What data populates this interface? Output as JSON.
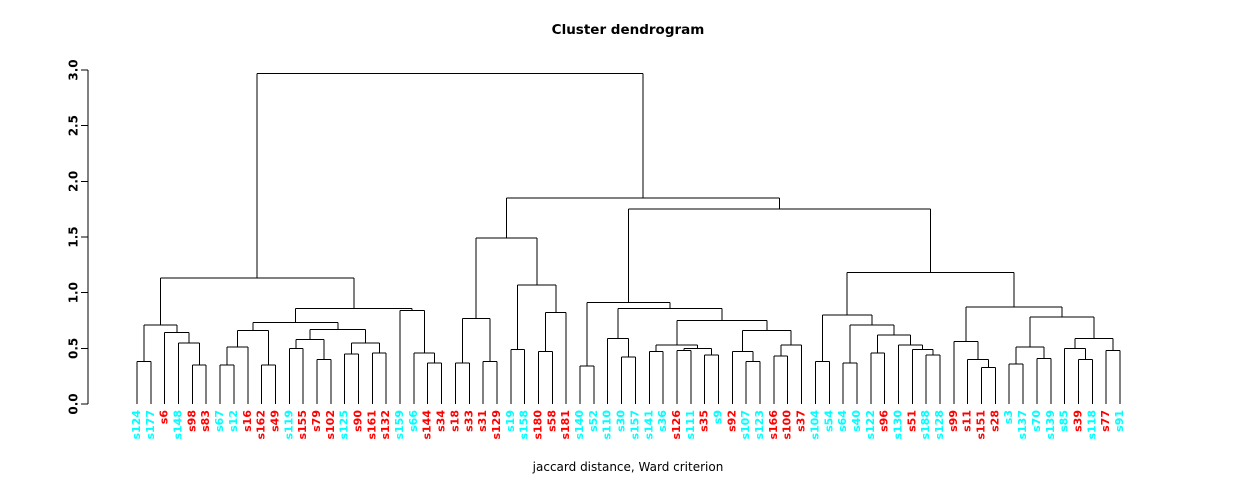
{
  "chart_data": {
    "type": "dendrogram",
    "title": "Cluster dendrogram",
    "xlabel": "jaccard distance, Ward criterion",
    "ylabel": "",
    "ylim": [
      0,
      3.0
    ],
    "y_tick_labels": [
      "0.0",
      "0.5",
      "1.0",
      "1.5",
      "2.0",
      "2.5",
      "3.0"
    ],
    "y_tick_values": [
      0,
      0.5,
      1.0,
      1.5,
      2.0,
      2.5,
      3.0
    ],
    "grid": "off",
    "legend": "none",
    "palette": {
      "cyan": "#00FFFF",
      "red": "#FF0000",
      "line": "#000000",
      "axis": "#000000"
    },
    "root_height": 2.97,
    "leaves": [
      {
        "label": "s124",
        "color": "cyan"
      },
      {
        "label": "s177",
        "color": "cyan"
      },
      {
        "label": "s6",
        "color": "red"
      },
      {
        "label": "s148",
        "color": "cyan"
      },
      {
        "label": "s98",
        "color": "red"
      },
      {
        "label": "s83",
        "color": "red"
      },
      {
        "label": "s67",
        "color": "cyan"
      },
      {
        "label": "s12",
        "color": "cyan"
      },
      {
        "label": "s16",
        "color": "red"
      },
      {
        "label": "s162",
        "color": "red"
      },
      {
        "label": "s49",
        "color": "red"
      },
      {
        "label": "s119",
        "color": "cyan"
      },
      {
        "label": "s155",
        "color": "red"
      },
      {
        "label": "s79",
        "color": "red"
      },
      {
        "label": "s102",
        "color": "red"
      },
      {
        "label": "s125",
        "color": "cyan"
      },
      {
        "label": "s90",
        "color": "red"
      },
      {
        "label": "s161",
        "color": "red"
      },
      {
        "label": "s132",
        "color": "red"
      },
      {
        "label": "s159",
        "color": "cyan"
      },
      {
        "label": "s66",
        "color": "cyan"
      },
      {
        "label": "s144",
        "color": "red"
      },
      {
        "label": "s34",
        "color": "red"
      },
      {
        "label": "s18",
        "color": "red"
      },
      {
        "label": "s33",
        "color": "red"
      },
      {
        "label": "s31",
        "color": "red"
      },
      {
        "label": "s129",
        "color": "red"
      },
      {
        "label": "s19",
        "color": "cyan"
      },
      {
        "label": "s158",
        "color": "cyan"
      },
      {
        "label": "s180",
        "color": "red"
      },
      {
        "label": "s58",
        "color": "red"
      },
      {
        "label": "s181",
        "color": "red"
      },
      {
        "label": "s140",
        "color": "cyan"
      },
      {
        "label": "s52",
        "color": "cyan"
      },
      {
        "label": "s110",
        "color": "cyan"
      },
      {
        "label": "s30",
        "color": "cyan"
      },
      {
        "label": "s157",
        "color": "cyan"
      },
      {
        "label": "s141",
        "color": "cyan"
      },
      {
        "label": "s36",
        "color": "cyan"
      },
      {
        "label": "s126",
        "color": "red"
      },
      {
        "label": "s111",
        "color": "cyan"
      },
      {
        "label": "s35",
        "color": "red"
      },
      {
        "label": "s9",
        "color": "cyan"
      },
      {
        "label": "s92",
        "color": "red"
      },
      {
        "label": "s107",
        "color": "cyan"
      },
      {
        "label": "s123",
        "color": "cyan"
      },
      {
        "label": "s166",
        "color": "red"
      },
      {
        "label": "s100",
        "color": "red"
      },
      {
        "label": "s37",
        "color": "red"
      },
      {
        "label": "s104",
        "color": "cyan"
      },
      {
        "label": "s54",
        "color": "cyan"
      },
      {
        "label": "s64",
        "color": "cyan"
      },
      {
        "label": "s40",
        "color": "cyan"
      },
      {
        "label": "s122",
        "color": "cyan"
      },
      {
        "label": "s96",
        "color": "red"
      },
      {
        "label": "s130",
        "color": "cyan"
      },
      {
        "label": "s51",
        "color": "red"
      },
      {
        "label": "s188",
        "color": "cyan"
      },
      {
        "label": "s128",
        "color": "cyan"
      },
      {
        "label": "s99",
        "color": "red"
      },
      {
        "label": "s11",
        "color": "red"
      },
      {
        "label": "s151",
        "color": "red"
      },
      {
        "label": "s28",
        "color": "red"
      },
      {
        "label": "s3",
        "color": "cyan"
      },
      {
        "label": "s137",
        "color": "cyan"
      },
      {
        "label": "s70",
        "color": "cyan"
      },
      {
        "label": "s139",
        "color": "cyan"
      },
      {
        "label": "s85",
        "color": "cyan"
      },
      {
        "label": "s39",
        "color": "red"
      },
      {
        "label": "s118",
        "color": "cyan"
      },
      {
        "label": "s77",
        "color": "red"
      },
      {
        "label": "s91",
        "color": "cyan"
      }
    ],
    "tree": {
      "h": 2.97,
      "c": [
        {
          "h": 1.13,
          "c": [
            {
              "h": 0.71,
              "c": [
                {
                  "h": 0.38,
                  "c": [
                    0,
                    1
                  ]
                },
                {
                  "h": 0.64,
                  "c": [
                    2,
                    {
                      "h": 0.55,
                      "c": [
                        3,
                        {
                          "h": 0.35,
                          "c": [
                            4,
                            5
                          ]
                        }
                      ]
                    }
                  ]
                }
              ]
            },
            {
              "h": 0.86,
              "c": [
                {
                  "h": 0.73,
                  "c": [
                    {
                      "h": 0.66,
                      "c": [
                        {
                          "h": 0.51,
                          "c": [
                            {
                              "h": 0.35,
                              "c": [
                                6,
                                7
                              ]
                            },
                            8
                          ]
                        },
                        {
                          "h": 0.35,
                          "c": [
                            9,
                            10
                          ]
                        }
                      ]
                    },
                    {
                      "h": 0.67,
                      "c": [
                        {
                          "h": 0.58,
                          "c": [
                            {
                              "h": 0.5,
                              "c": [
                                11,
                                12
                              ]
                            },
                            {
                              "h": 0.4,
                              "c": [
                                13,
                                14
                              ]
                            }
                          ]
                        },
                        {
                          "h": 0.55,
                          "c": [
                            {
                              "h": 0.45,
                              "c": [
                                15,
                                16
                              ]
                            },
                            {
                              "h": 0.46,
                              "c": [
                                17,
                                18
                              ]
                            }
                          ]
                        }
                      ]
                    }
                  ]
                },
                {
                  "h": 0.84,
                  "c": [
                    19,
                    {
                      "h": 0.46,
                      "c": [
                        20,
                        {
                          "h": 0.37,
                          "c": [
                            21,
                            22
                          ]
                        }
                      ]
                    }
                  ]
                }
              ]
            }
          ]
        },
        {
          "h": 1.85,
          "c": [
            {
              "h": 1.49,
              "c": [
                {
                  "h": 0.77,
                  "c": [
                    {
                      "h": 0.37,
                      "c": [
                        23,
                        24
                      ]
                    },
                    {
                      "h": 0.38,
                      "c": [
                        25,
                        26
                      ]
                    }
                  ]
                },
                {
                  "h": 1.07,
                  "c": [
                    {
                      "h": 0.49,
                      "c": [
                        27,
                        28
                      ]
                    },
                    {
                      "h": 0.82,
                      "c": [
                        {
                          "h": 0.47,
                          "c": [
                            29,
                            30
                          ]
                        },
                        31
                      ]
                    }
                  ]
                }
              ]
            },
            {
              "h": 1.75,
              "c": [
                {
                  "h": 0.91,
                  "c": [
                    {
                      "h": 0.34,
                      "c": [
                        32,
                        33
                      ]
                    },
                    {
                      "h": 0.86,
                      "c": [
                        {
                          "h": 0.59,
                          "c": [
                            34,
                            {
                              "h": 0.42,
                              "c": [
                                35,
                                36
                              ]
                            }
                          ]
                        },
                        {
                          "h": 0.75,
                          "c": [
                            {
                              "h": 0.53,
                              "c": [
                                {
                                  "h": 0.47,
                                  "c": [
                                    37,
                                    38
                                  ]
                                },
                                {
                                  "h": 0.5,
                                  "c": [
                                    {
                                      "h": 0.48,
                                      "c": [
                                        39,
                                        40
                                      ]
                                    },
                                    {
                                      "h": 0.44,
                                      "c": [
                                        41,
                                        42
                                      ]
                                    }
                                  ]
                                }
                              ]
                            },
                            {
                              "h": 0.66,
                              "c": [
                                {
                                  "h": 0.47,
                                  "c": [
                                    43,
                                    {
                                      "h": 0.38,
                                      "c": [
                                        44,
                                        45
                                      ]
                                    }
                                  ]
                                },
                                {
                                  "h": 0.53,
                                  "c": [
                                    {
                                      "h": 0.43,
                                      "c": [
                                        46,
                                        47
                                      ]
                                    },
                                    48
                                  ]
                                }
                              ]
                            }
                          ]
                        }
                      ]
                    }
                  ]
                },
                {
                  "h": 1.18,
                  "c": [
                    {
                      "h": 0.8,
                      "c": [
                        {
                          "h": 0.38,
                          "c": [
                            49,
                            50
                          ]
                        },
                        {
                          "h": 0.71,
                          "c": [
                            {
                              "h": 0.37,
                              "c": [
                                51,
                                52
                              ]
                            },
                            {
                              "h": 0.62,
                              "c": [
                                {
                                  "h": 0.46,
                                  "c": [
                                    53,
                                    54
                                  ]
                                },
                                {
                                  "h": 0.53,
                                  "c": [
                                    55,
                                    {
                                      "h": 0.49,
                                      "c": [
                                        56,
                                        {
                                          "h": 0.44,
                                          "c": [
                                            57,
                                            58
                                          ]
                                        }
                                      ]
                                    }
                                  ]
                                }
                              ]
                            }
                          ]
                        }
                      ]
                    },
                    {
                      "h": 0.87,
                      "c": [
                        {
                          "h": 0.56,
                          "c": [
                            59,
                            {
                              "h": 0.4,
                              "c": [
                                60,
                                {
                                  "h": 0.33,
                                  "c": [
                                    61,
                                    62
                                  ]
                                }
                              ]
                            }
                          ]
                        },
                        {
                          "h": 0.78,
                          "c": [
                            {
                              "h": 0.51,
                              "c": [
                                {
                                  "h": 0.36,
                                  "c": [
                                    63,
                                    64
                                  ]
                                },
                                {
                                  "h": 0.41,
                                  "c": [
                                    65,
                                    66
                                  ]
                                }
                              ]
                            },
                            {
                              "h": 0.59,
                              "c": [
                                {
                                  "h": 0.5,
                                  "c": [
                                    67,
                                    {
                                      "h": 0.4,
                                      "c": [
                                        68,
                                        69
                                      ]
                                    }
                                  ]
                                },
                                {
                                  "h": 0.48,
                                  "c": [
                                    70,
                                    71
                                  ]
                                }
                              ]
                            }
                          ]
                        }
                      ]
                    }
                  ]
                }
              ]
            }
          ]
        }
      ]
    }
  }
}
